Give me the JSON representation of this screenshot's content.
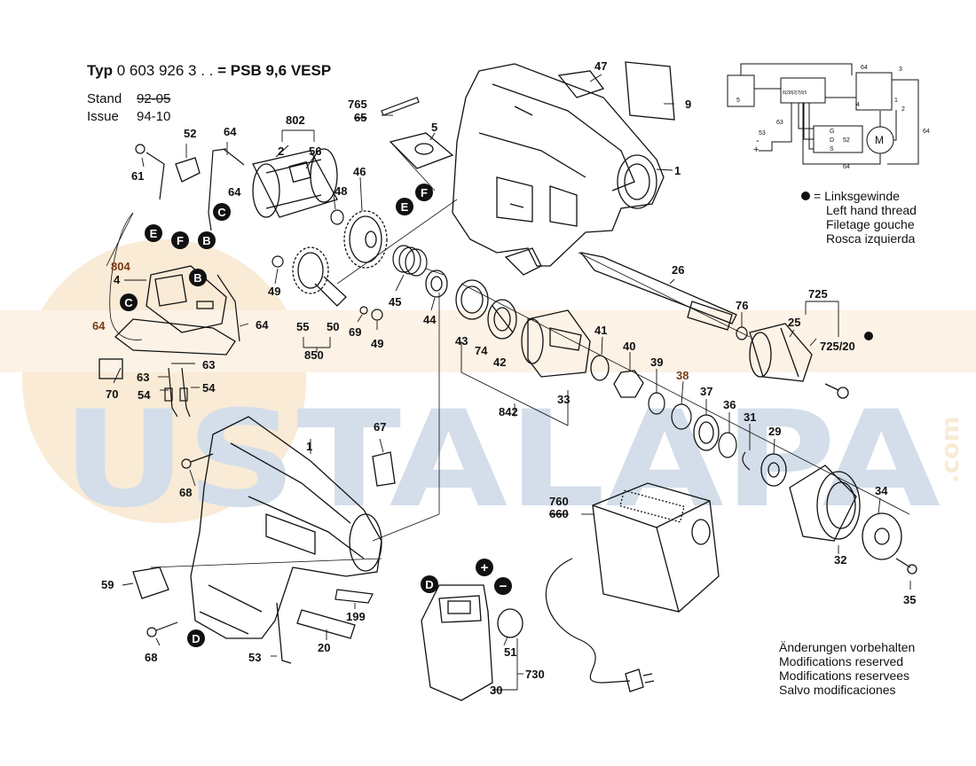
{
  "header": {
    "typ_prefix": "Typ",
    "typ_number": "0 603 926 3 . .",
    "model": "= PSB 9,6 VESP",
    "stand_label": "Stand",
    "stand_old": "92-05",
    "issue_label": "Issue",
    "issue_value": "94-10"
  },
  "legend": {
    "lines": [
      "= Linksgewinde",
      "Left hand thread",
      "Filetage gouche",
      "Rosca izquierda"
    ]
  },
  "modifications": [
    "Änderungen vorbehalten",
    "Modifications reserved",
    "Modifications reservees",
    "Salvo modificaciones"
  ],
  "watermark": {
    "text": "USTALAPA",
    "domain": ".com"
  },
  "parts": {
    "p47": "47",
    "p9": "9",
    "p1a": "1",
    "p765": "765",
    "p65": "65",
    "p5": "5",
    "p802": "802",
    "p2": "2",
    "p56": "56",
    "p52": "52",
    "p64a": "64",
    "p61": "61",
    "p64b": "64",
    "p48": "48",
    "p46": "46",
    "p804": "804",
    "p4": "4",
    "p64c": "64",
    "p49a": "49",
    "p45": "45",
    "p44": "44",
    "p49b": "49",
    "p69": "69",
    "p55": "55",
    "p50": "50",
    "p850": "850",
    "p64d": "64",
    "p70": "70",
    "p63a": "63",
    "p63b": "63",
    "p54a": "54",
    "p54b": "54",
    "p43": "43",
    "p74": "74",
    "p42": "42",
    "p41": "41",
    "p40": "40",
    "p26": "26",
    "p76": "76",
    "p725": "725",
    "p25": "25",
    "p725_20": "725/20",
    "p39": "39",
    "p38": "38",
    "p37": "37",
    "p36": "36",
    "p31": "31",
    "p29": "29",
    "p842": "842",
    "p33": "33",
    "p67": "67",
    "p1b": "1",
    "p68a": "68",
    "p59": "59",
    "p68b": "68",
    "p53": "53",
    "p20": "20",
    "p199": "199",
    "p760": "760",
    "p660": "660",
    "p51": "51",
    "p730": "730",
    "p30": "30",
    "p34": "34",
    "p32": "32",
    "p35": "35"
  },
  "callouts": {
    "B": "B",
    "C": "C",
    "D": "D",
    "E": "E",
    "F": "F"
  },
  "schematic": {
    "n64": "64",
    "n3": "3",
    "n1": "1",
    "n2": "2",
    "n4": "4",
    "n5": "5",
    "n63": "63",
    "n53": "53",
    "g": "G",
    "d": "D",
    "s": "S",
    "n52": "52",
    "m": "M",
    "plus": "+",
    "minus": "-",
    "chip": "8|2|8|2|7|6|5"
  },
  "battery_terminals": {
    "plus": "+",
    "minus": "−"
  }
}
